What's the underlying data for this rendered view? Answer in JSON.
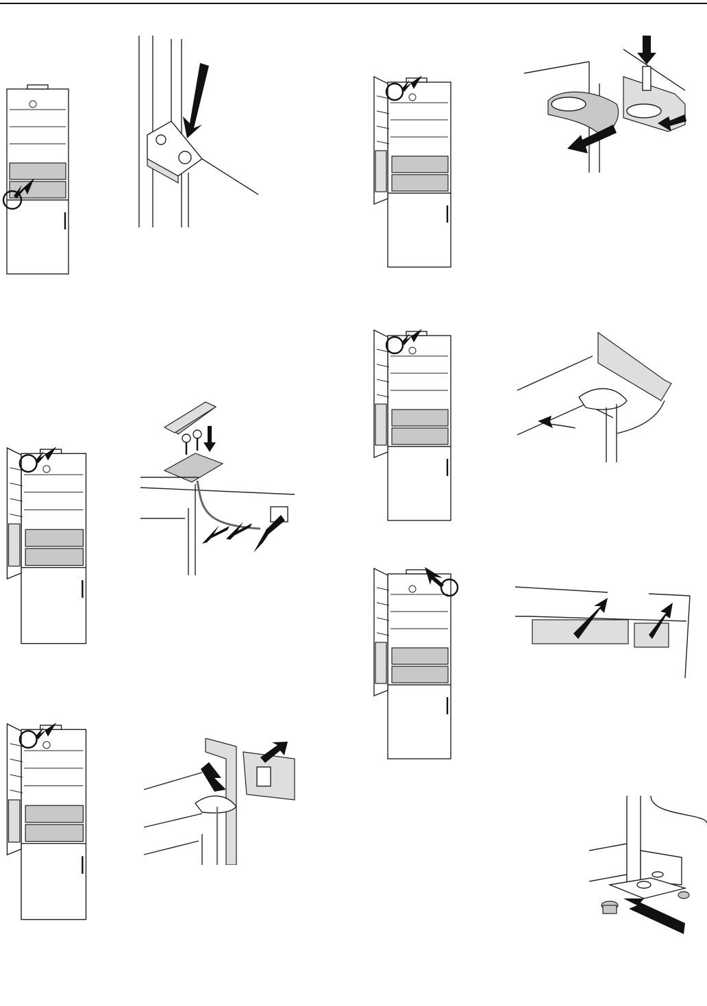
{
  "page": {
    "description_items": [],
    "figures": [
      {
        "id": "fig-fridge-bottom-hinge",
        "icon": "fridge-outline-icon"
      },
      {
        "id": "fig-bottom-pin-detail",
        "icon": "hinge-pin-icon"
      },
      {
        "id": "fig-fridge-top-hinge-a",
        "icon": "fridge-open-door-icon"
      },
      {
        "id": "fig-top-hinge-pin-remove",
        "icon": "hinge-pin-icon"
      },
      {
        "id": "fig-fridge-top-hinge-b",
        "icon": "fridge-open-door-icon"
      },
      {
        "id": "fig-hinge-swing",
        "icon": "hinge-swing-icon"
      },
      {
        "id": "fig-fridge-top-left-c",
        "icon": "fridge-open-door-icon"
      },
      {
        "id": "fig-cover-screws",
        "icon": "cover-screws-icon"
      },
      {
        "id": "fig-fridge-top-right-d",
        "icon": "fridge-open-door-icon"
      },
      {
        "id": "fig-cover-caps",
        "icon": "cover-caps-icon"
      },
      {
        "id": "fig-fridge-top-left-e",
        "icon": "fridge-open-door-icon"
      },
      {
        "id": "fig-hinge-cover-remove",
        "icon": "hinge-cover-icon"
      },
      {
        "id": "fig-foot-adjust",
        "icon": "adjustable-foot-icon"
      }
    ]
  },
  "colors": {
    "line": "#222222",
    "fill_grey": "#c8c8c8",
    "background": "#ffffff"
  }
}
